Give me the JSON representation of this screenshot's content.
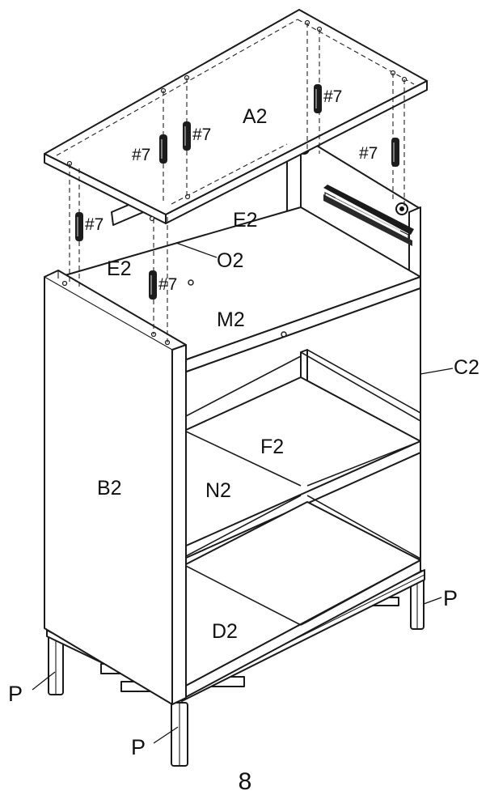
{
  "figure": {
    "step_number": "8",
    "parts": {
      "top": "A2",
      "left_side": "B2",
      "right_side": "C2",
      "bottom_shelf": "D2",
      "back_rail_left": "E2",
      "back_rail_right": "E2",
      "vertical_divider": "F2",
      "middle_shelf": "M2",
      "horizontal_divider": "N2",
      "cam_lock": "O2",
      "leg_front_left": "P",
      "leg_front_center": "P",
      "leg_back_right": "P"
    },
    "hardware": [
      {
        "id": "dowel-1",
        "label": "#7"
      },
      {
        "id": "dowel-2",
        "label": "#7"
      },
      {
        "id": "dowel-3",
        "label": "#7"
      },
      {
        "id": "dowel-4",
        "label": "#7"
      },
      {
        "id": "dowel-5",
        "label": "#7"
      },
      {
        "id": "dowel-6",
        "label": "#7"
      }
    ]
  }
}
